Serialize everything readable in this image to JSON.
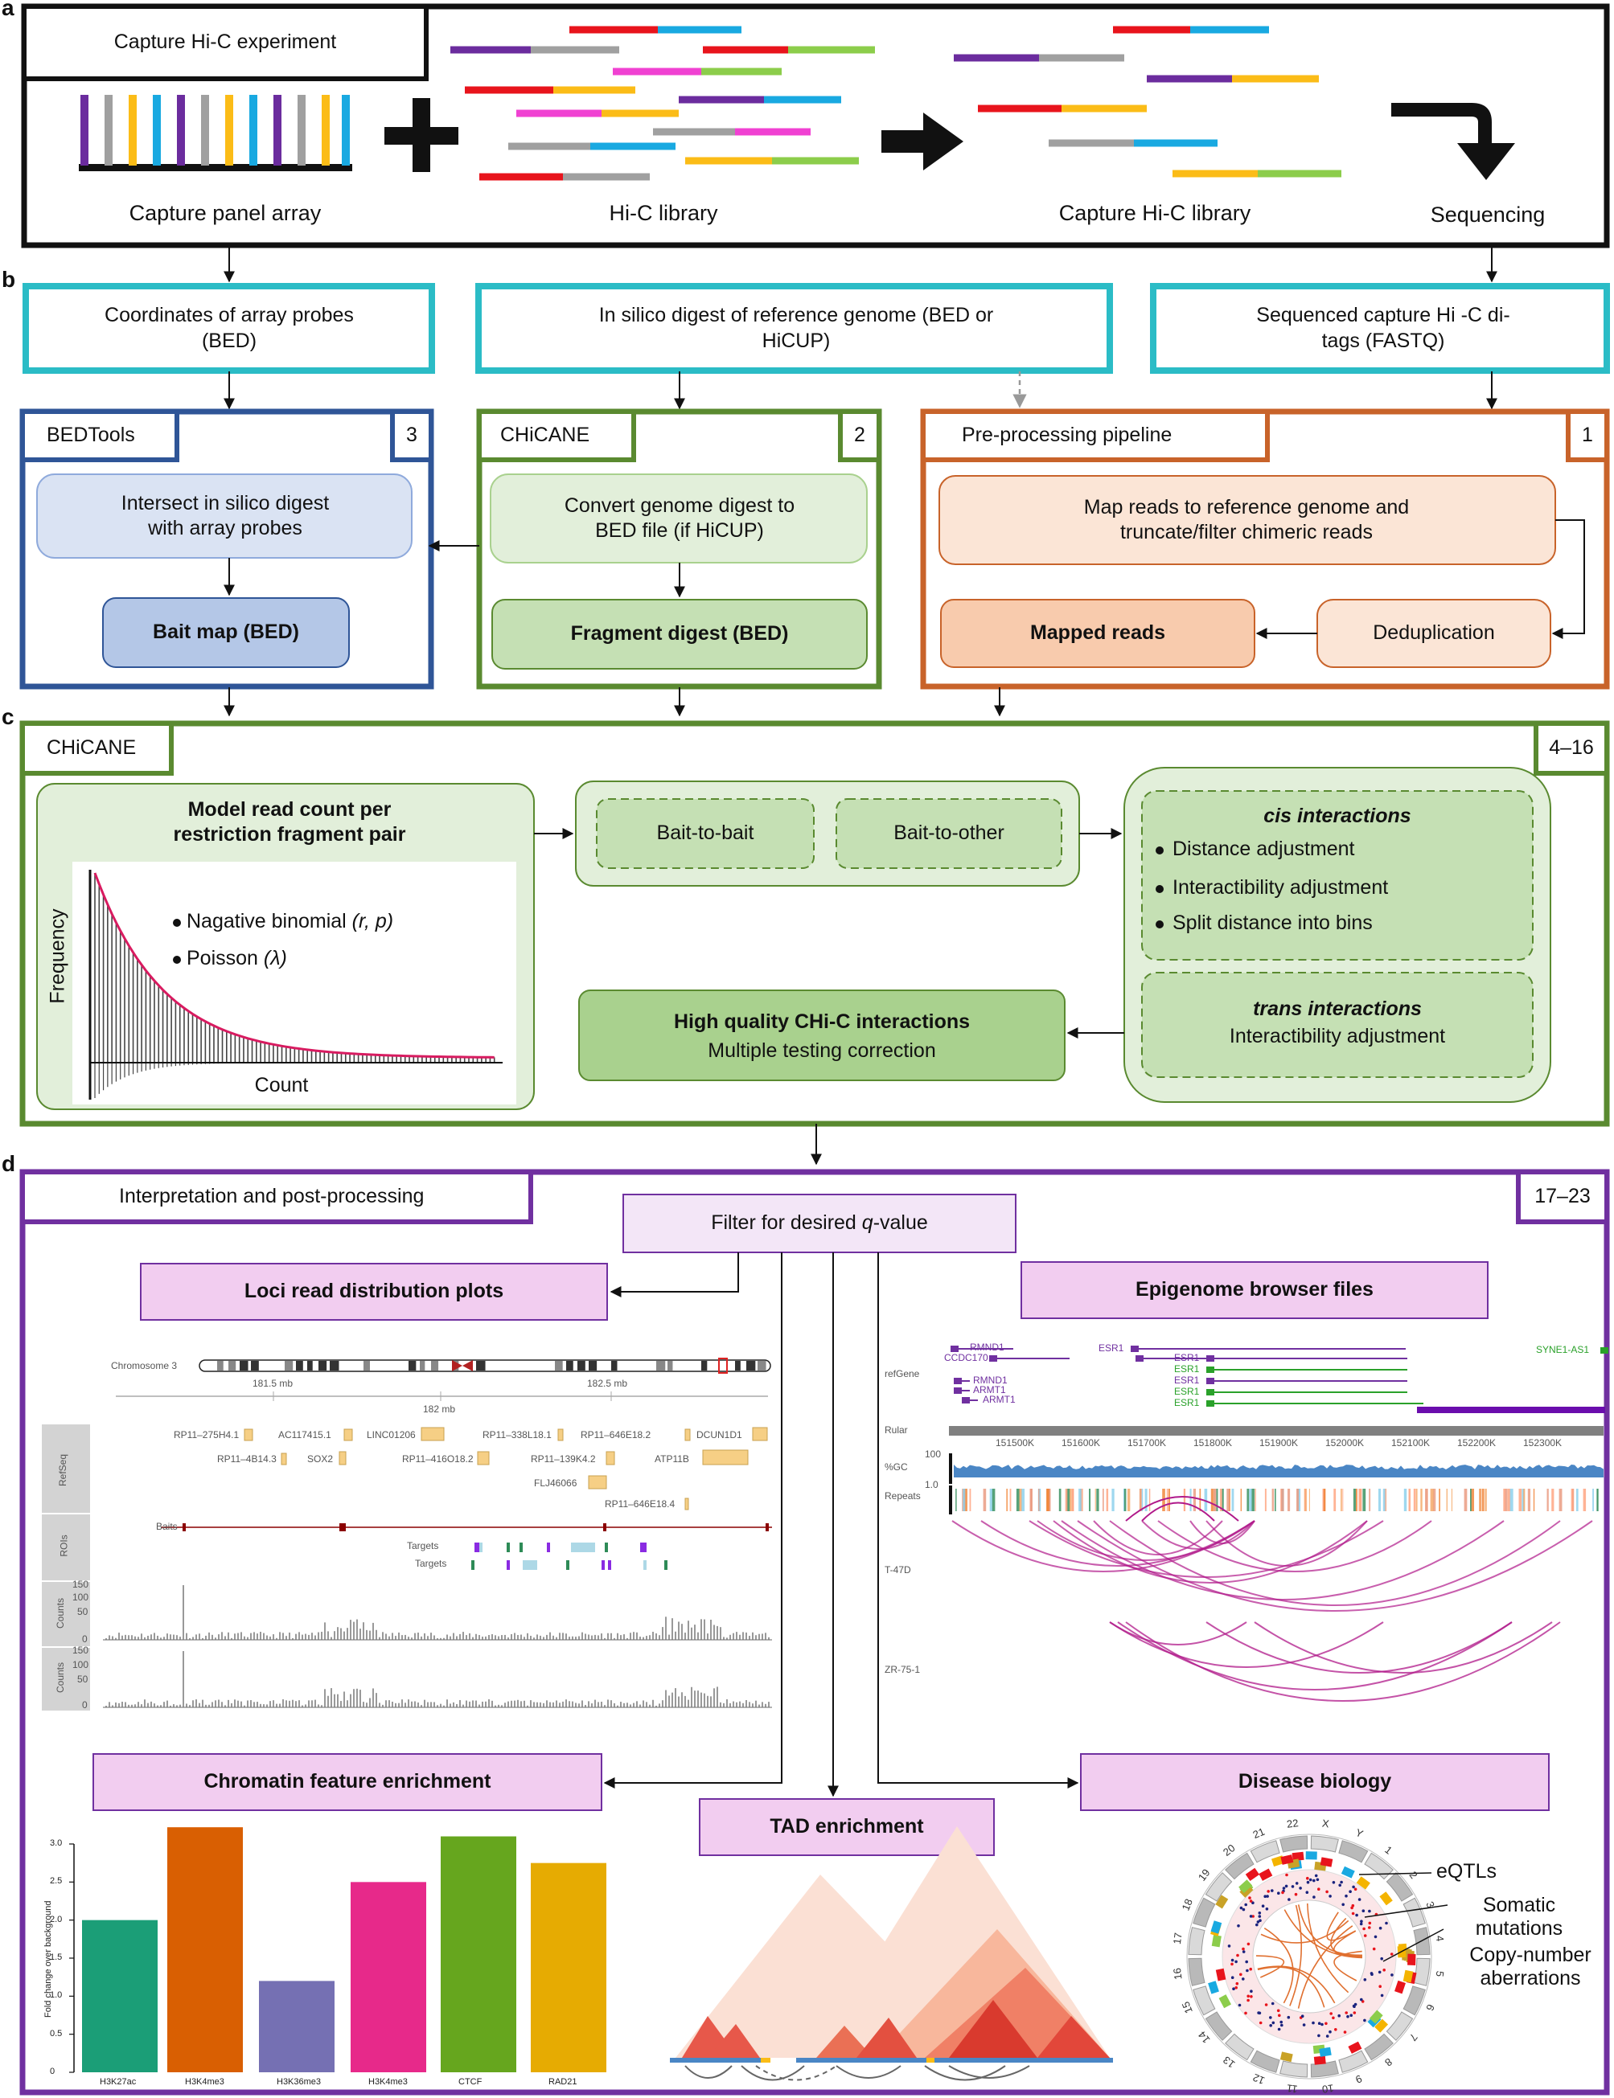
{
  "colors": {
    "purple": "#6b2c9e",
    "grey": "#a0a0a0",
    "yellow": "#fbbc17",
    "blue": "#19a9e1",
    "red": "#e8141c",
    "magenta": "#f041d2",
    "green": "#8ccd4b",
    "teal": "#2bbcc6",
    "navy": "#2f5597",
    "olive": "#5a8a30",
    "orange": "#c8632a",
    "violet": "#7030a0",
    "bar_colors": [
      "#1b9e77",
      "#d95f02",
      "#7570b3",
      "#e7298a",
      "#66a61e",
      "#e6ab02"
    ]
  },
  "panel_a": {
    "letter": "a",
    "title": "Capture Hi-C experiment",
    "labels": [
      "Capture panel array",
      "Hi-C library",
      "Capture Hi-C library",
      "Sequencing"
    ]
  },
  "panel_b": {
    "letter": "b",
    "inputs": [
      "Coordinates of array probes (BED)",
      "In silico digest of reference genome (BED or HiCUP)",
      "Sequenced capture Hi -C di-tags (FASTQ)"
    ],
    "bedtools": {
      "title": "BEDTools",
      "step": "3",
      "process": "Intersect in silico digest with array probes",
      "output": "Bait map (BED)"
    },
    "chicane": {
      "title": "CHiCANE",
      "step": "2",
      "process": "Convert genome digest to BED file (if HiCUP)",
      "output": "Fragment digest (BED)"
    },
    "preproc": {
      "title": "Pre-processing pipeline",
      "step": "1",
      "map": "Map reads to reference genome and truncate/filter chimeric reads",
      "dedup": "Deduplication",
      "output": "Mapped reads"
    }
  },
  "panel_c": {
    "letter": "c",
    "title": "CHiCANE",
    "steps": "4–16",
    "model": {
      "title": "Model read count per restriction fragment pair",
      "ylabel": "Frequency",
      "xlabel": "Count",
      "dist1": "Nagative binomial",
      "dist1_params": "(r, p)",
      "dist2": "Poisson",
      "dist2_params": "(λ)"
    },
    "bait_to_bait": "Bait-to-bait",
    "bait_to_other": "Bait-to-other",
    "cis": {
      "title": "cis interactions",
      "items": [
        "Distance adjustment",
        "Interactibility adjustment",
        "Split distance into bins"
      ]
    },
    "trans": {
      "title": "trans interactions",
      "sub": "Interactibility adjustment"
    },
    "hq": {
      "title": "High quality CHi-C interactions",
      "sub": "Multiple testing correction"
    }
  },
  "panel_d": {
    "letter": "d",
    "title": "Interpretation and post-processing",
    "steps": "17–23",
    "filter_prefix": "Filter for desired ",
    "filter_q": "q",
    "filter_suffix": "-value",
    "loci": "Loci read distribution plots",
    "epigenome": "Epigenome browser files",
    "chromatin": "Chromatin feature enrichment",
    "tad": "TAD enrichment",
    "disease": "Disease biology",
    "loci_plot": {
      "chromosome": "Chromosome 3",
      "ticks": [
        "181.5 mb",
        "182 mb",
        "182.5 mb"
      ],
      "genes": [
        "RP11–275H4.1",
        "AC117415.1",
        "LINC01206",
        "RP11–338L18.1",
        "RP11–646E18.2",
        "DCUN1D1",
        "RP11–4B14.3",
        "SOX2",
        "RP11–416O18.2",
        "RP11–139K4.2",
        "ATP11B",
        "FLJ46066",
        "RP11–646E18.4"
      ],
      "tracks": [
        "RefSeq",
        "ROIs",
        "Counts",
        "Counts"
      ],
      "roi_labels": [
        "Baits",
        "Targets",
        "Targets"
      ],
      "count_ticks": [
        "150",
        "100",
        "50",
        "0"
      ]
    },
    "browser": {
      "genes_left": [
        "RMND1",
        "CCDC170",
        "RMND1",
        "ARMT1",
        "ARMT1"
      ],
      "esr1_label": "ESR1",
      "esr1_rows": [
        "ESR1",
        "ESR1",
        "ESR1",
        "ESR1",
        "ESR1"
      ],
      "syne": "SYNE1-AS1",
      "tracks": [
        "refGene",
        "Rular",
        "%GC",
        "Repeats",
        "T-47D",
        "ZR-75-1"
      ],
      "positions": [
        "151500K",
        "151600K",
        "151700K",
        "151800K",
        "151900K",
        "152000K",
        "152100K",
        "152200K",
        "152300K"
      ],
      "gc_ticks": [
        "100",
        "1.0"
      ]
    },
    "circos": {
      "labels": [
        "eQTLs",
        "Somatic mutations",
        "Copy-number aberrations"
      ],
      "chroms": [
        "X",
        "Y",
        "1",
        "2",
        "3",
        "4",
        "5",
        "6",
        "7",
        "8",
        "9",
        "10",
        "11",
        "12",
        "13",
        "14",
        "15",
        "16",
        "17",
        "18",
        "19",
        "20",
        "21",
        "22"
      ]
    }
  },
  "chart_data": {
    "type": "bar",
    "categories": [
      "H3K27ac",
      "H3K4me3",
      "H3K36me3",
      "H3K4me3",
      "CTCF",
      "RAD21"
    ],
    "values": [
      2.0,
      3.22,
      1.2,
      2.5,
      3.1,
      2.75
    ],
    "ylabel": "Fold change over background",
    "ylim": [
      0,
      3.0
    ],
    "yticks": [
      "0",
      "0.5",
      "1.0",
      "1.5",
      "2.0",
      "2.5",
      "3.0"
    ]
  }
}
